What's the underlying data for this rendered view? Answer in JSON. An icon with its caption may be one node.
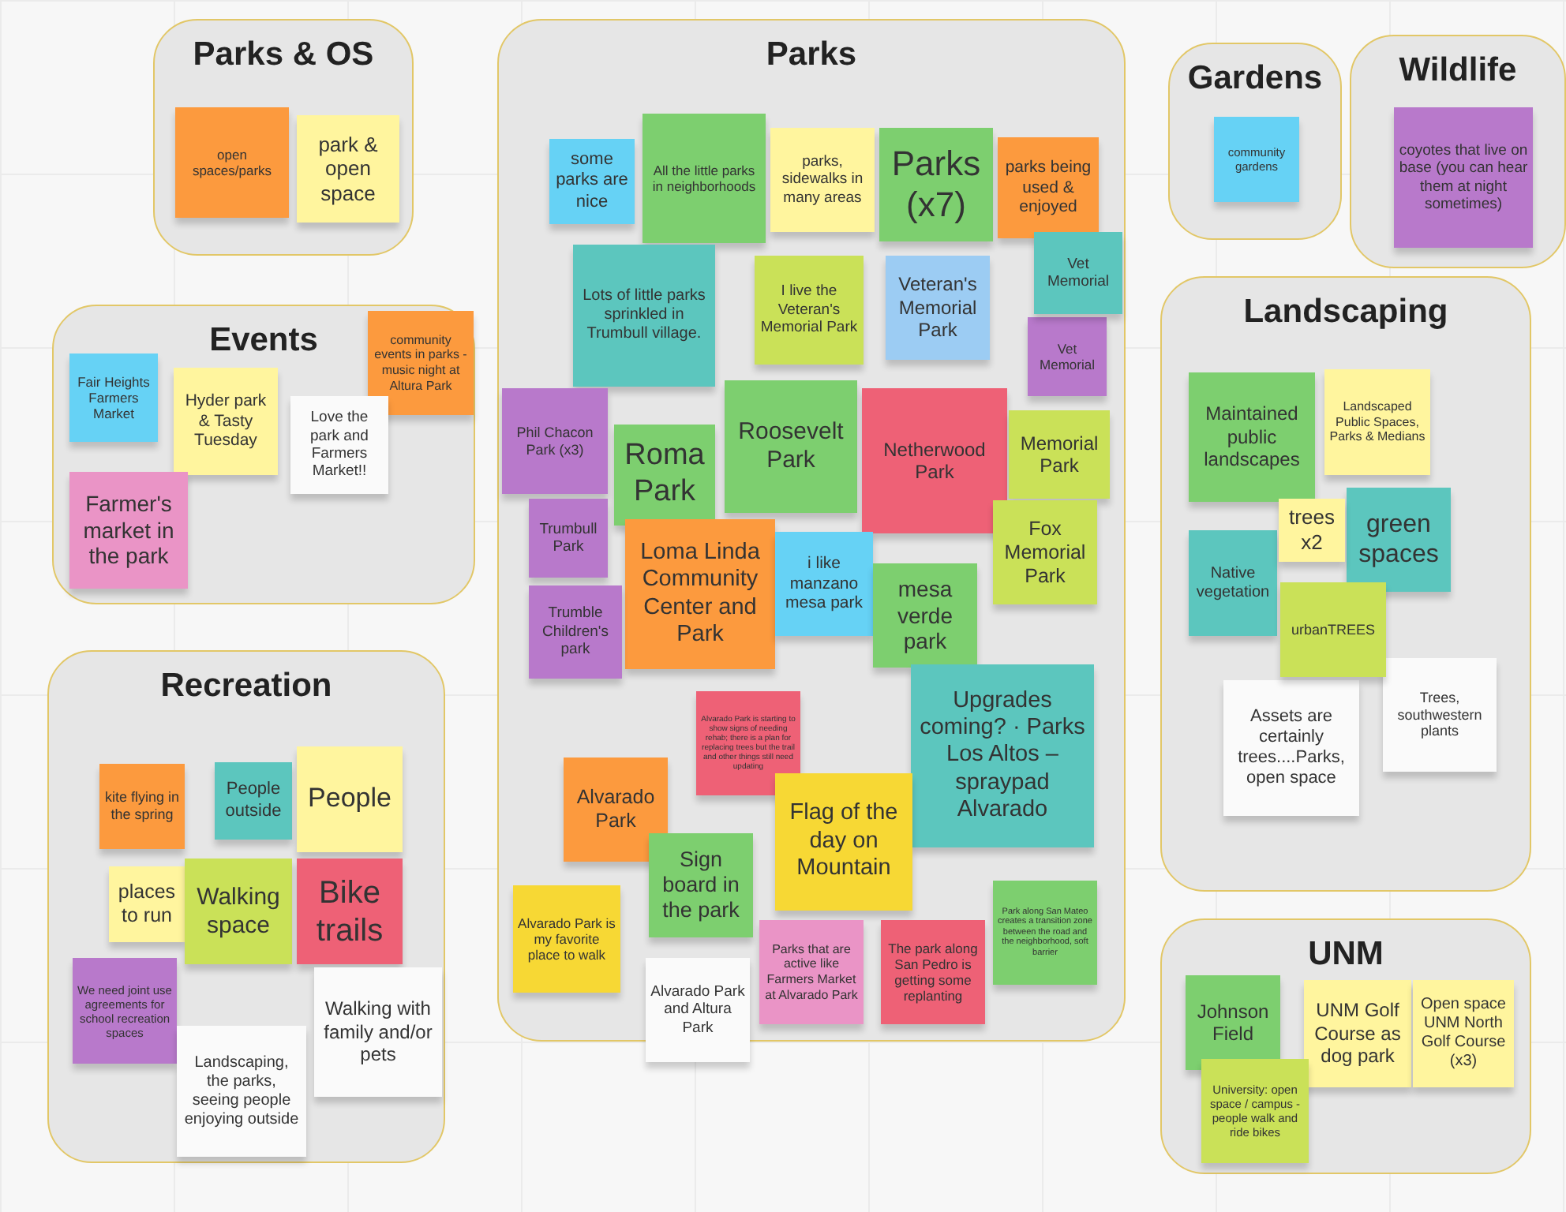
{
  "diagram": {
    "nodes": [
      {
        "text": [
          "Parks & OS"
        ]
      },
      {
        "text": [
          "open spaces/parks"
        ],
        "in": 0
      },
      {
        "text": [
          "park & open space"
        ],
        "in": 0
      },
      {
        "text": [
          "Events"
        ]
      },
      {
        "text": [
          "Fair Heights Farmers Market"
        ],
        "in": 3
      },
      {
        "text": [
          "Hyder park & Tasty Tuesday"
        ],
        "in": 3
      },
      {
        "text": [
          "community events in parks - music night at Altura Park"
        ],
        "in": 3
      },
      {
        "text": [
          "Love the park and Farmers Market!!"
        ],
        "in": 3
      },
      {
        "text": [
          "Farmer's market in the park"
        ],
        "in": 3
      },
      {
        "text": [
          "Recreation"
        ]
      },
      {
        "text": [
          "kite flying in the spring"
        ],
        "in": 9
      },
      {
        "text": [
          "People outside"
        ],
        "in": 9
      },
      {
        "text": [
          "People"
        ],
        "in": 9
      },
      {
        "text": [
          "places to run"
        ],
        "in": 9
      },
      {
        "text": [
          "Walking space"
        ],
        "in": 9
      },
      {
        "text": [
          "Bike trails"
        ],
        "in": 9
      },
      {
        "text": [
          "We need joint use agreements for school recreation spaces"
        ],
        "in": 9
      },
      {
        "text": [
          "Walking with family and/or pets"
        ],
        "in": 9
      },
      {
        "text": [
          "Landscaping, the parks, seeing people enjoying outside"
        ],
        "in": 9
      },
      {
        "text": [
          "Parks"
        ]
      },
      {
        "text": [
          "some parks are nice"
        ],
        "in": 19
      },
      {
        "text": [
          "All the little parks in neighborhoods"
        ],
        "in": 19
      },
      {
        "text": [
          "parks, sidewalks in many areas"
        ],
        "in": 19
      },
      {
        "text": [
          "Parks (x7)"
        ],
        "in": 19
      },
      {
        "text": [
          "parks being used & enjoyed"
        ],
        "in": 19
      },
      {
        "text": [
          "Lots of little parks sprinkled in Trumbull village."
        ],
        "in": 19
      },
      {
        "text": [
          "I live the Veteran's Memorial Park"
        ],
        "in": 19
      },
      {
        "text": [
          "Veteran's Memorial Park"
        ],
        "in": 19
      },
      {
        "text": [
          "Vet Memorial"
        ],
        "in": 19
      },
      {
        "text": [
          "Vet Memorial"
        ],
        "in": 19
      },
      {
        "text": [
          "Phil Chacon Park (x3)"
        ],
        "in": 19
      },
      {
        "text": [
          "Roma Park"
        ],
        "in": 19
      },
      {
        "text": [
          "Roosevelt Park"
        ],
        "in": 19
      },
      {
        "text": [
          "Netherwood Park"
        ],
        "in": 19
      },
      {
        "text": [
          "Memorial Park"
        ],
        "in": 19
      },
      {
        "text": [
          "Trumbull Park"
        ],
        "in": 19
      },
      {
        "text": [
          "Loma Linda Community Center and Park"
        ],
        "in": 19
      },
      {
        "text": [
          "i like manzano mesa park"
        ],
        "in": 19
      },
      {
        "text": [
          "Fox Memorial Park"
        ],
        "in": 19
      },
      {
        "text": [
          "Trumble Children's park"
        ],
        "in": 19
      },
      {
        "text": [
          "mesa verde park"
        ],
        "in": 19
      },
      {
        "text": [
          "Upgrades coming? · Parks Los Altos – spraypad Alvarado"
        ],
        "in": 19
      },
      {
        "text": [
          "Alvarado Park is starting to show signs of needing rehab; there is a plan for replacing trees but the trail and other things still need updating"
        ],
        "in": 19
      },
      {
        "text": [
          "Alvarado Park"
        ],
        "in": 19
      },
      {
        "text": [
          "Flag of the day on Mountain"
        ],
        "in": 19
      },
      {
        "text": [
          "Sign board in the park"
        ],
        "in": 19
      },
      {
        "text": [
          "Alvarado Park is my favorite place to walk"
        ],
        "in": 19
      },
      {
        "text": [
          "Park along San Mateo creates a transition zone between the road and the neighborhood, soft barrier"
        ],
        "in": 19
      },
      {
        "text": [
          "Alvarado Park and Altura Park"
        ],
        "in": 19
      },
      {
        "text": [
          "Parks that are active like Farmers Market at Alvarado Park"
        ],
        "in": 19
      },
      {
        "text": [
          "The park along San Pedro is getting some replanting"
        ],
        "in": 19
      },
      {
        "text": [
          "Gardens"
        ]
      },
      {
        "text": [
          "community gardens"
        ],
        "in": 51
      },
      {
        "text": [
          "Wildlife"
        ]
      },
      {
        "text": [
          "coyotes that live on base (you can hear them at night sometimes)"
        ],
        "in": 53
      },
      {
        "text": [
          "Landscaping"
        ]
      },
      {
        "text": [
          "Maintained public landscapes"
        ],
        "in": 55
      },
      {
        "text": [
          "Landscaped Public Spaces, Parks & Medians"
        ],
        "in": 55
      },
      {
        "text": [
          "trees x2"
        ],
        "in": 55
      },
      {
        "text": [
          "green spaces"
        ],
        "in": 55
      },
      {
        "text": [
          "Native vegetation"
        ],
        "in": 55
      },
      {
        "text": [
          "urbanTREES"
        ],
        "in": 55
      },
      {
        "text": [
          "Assets are certainly trees....Parks, open space"
        ],
        "in": 55
      },
      {
        "text": [
          "Trees, southwestern plants"
        ],
        "in": 55
      },
      {
        "text": [
          "UNM"
        ]
      },
      {
        "text": [
          "Johnson Field"
        ],
        "in": 64
      },
      {
        "text": [
          "UNM Golf Course as dog park"
        ],
        "in": 64
      },
      {
        "text": [
          "Open space UNM North Golf Course (x3)"
        ],
        "in": 64
      },
      {
        "text": [
          "University: open space / campus - people walk and ride bikes"
        ],
        "in": 64
      }
    ]
  }
}
